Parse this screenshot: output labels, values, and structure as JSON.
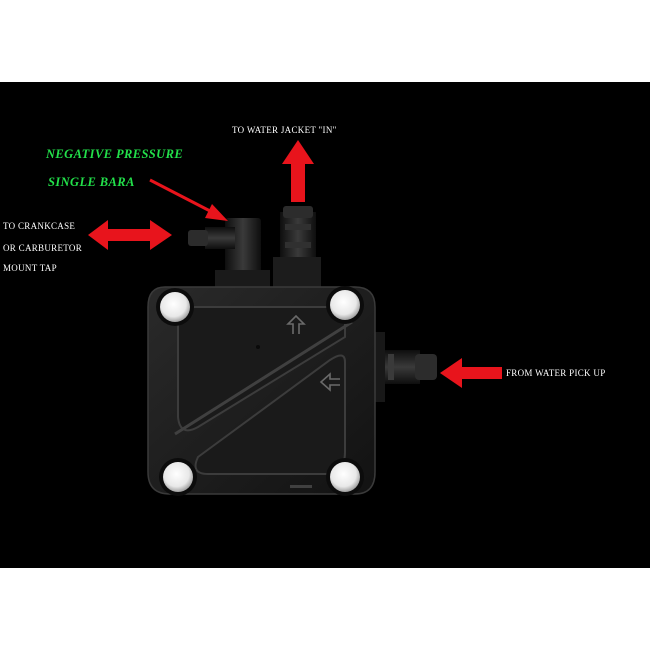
{
  "labels": {
    "negative_pressure": "NEGATIVE PRESSURE",
    "single_bar": "SINGLE BARA",
    "water_jacket": "TO WATER JACKET \"IN\"",
    "crankcase_line1": "TO CRANKCASE",
    "crankcase_line2": "OR CARBURETOR",
    "crankcase_line3": "MOUNT TAP",
    "water_pickup": "FROM WATER PICK UP"
  },
  "colors": {
    "background": "#000000",
    "arrow": "#e8141c",
    "label_text": "#ffffff",
    "highlight_text": "#22e04a",
    "pump_body": "#1c1c1c"
  },
  "icons": {
    "up_arrow_mark": "up-arrow-icon",
    "left_arrow_mark": "left-arrow-icon"
  }
}
